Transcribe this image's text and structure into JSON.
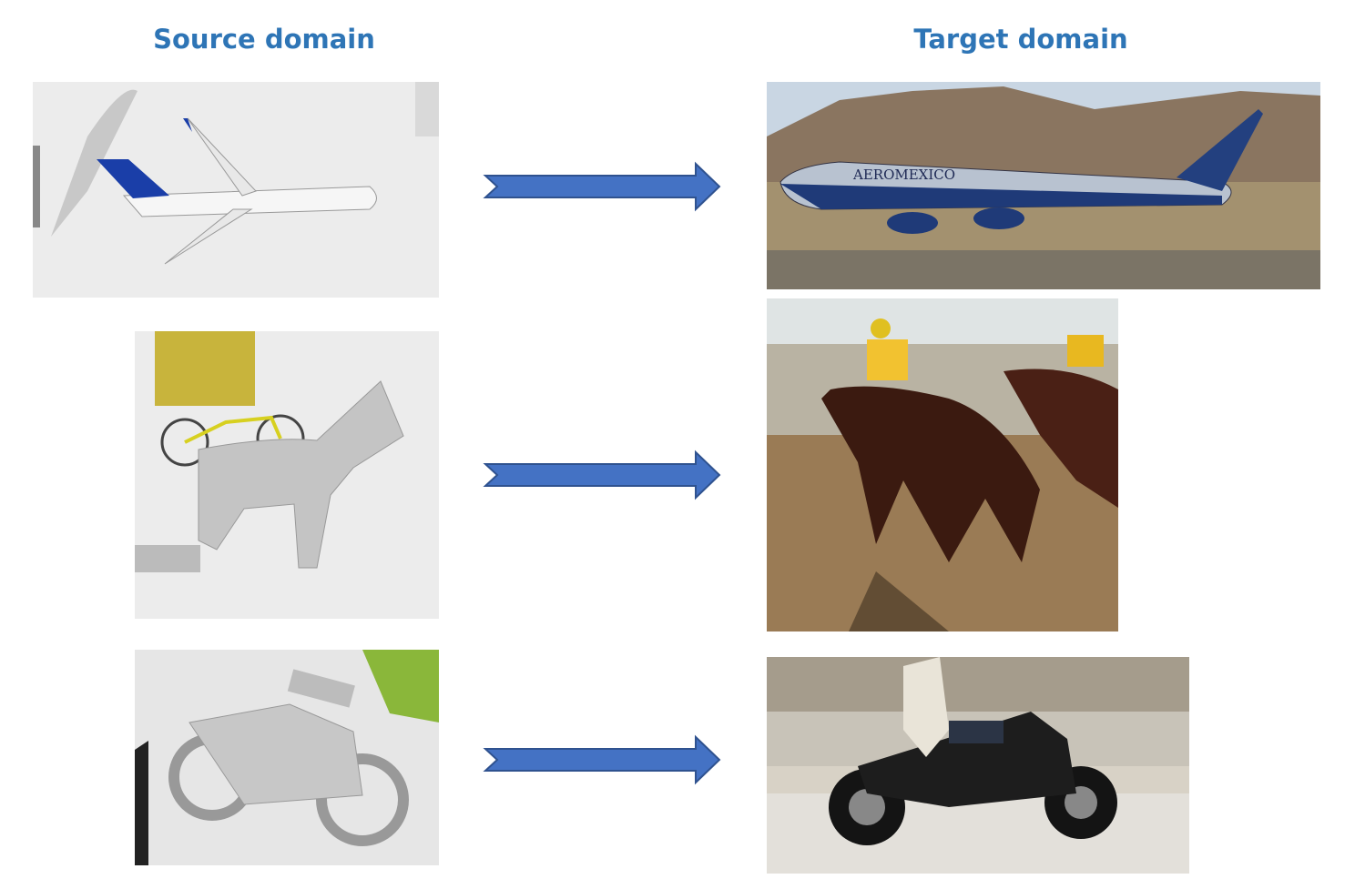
{
  "headers": {
    "source": "Source domain",
    "target": "Target domain"
  },
  "rows": [
    {
      "category": "airplane",
      "target_livery_text": "AEROMEXICO"
    },
    {
      "category": "horse"
    },
    {
      "category": "motorcycle"
    }
  ],
  "colors": {
    "title": "#2e75b6",
    "arrow_fill": "#4472c4",
    "arrow_stroke": "#2f528f"
  }
}
